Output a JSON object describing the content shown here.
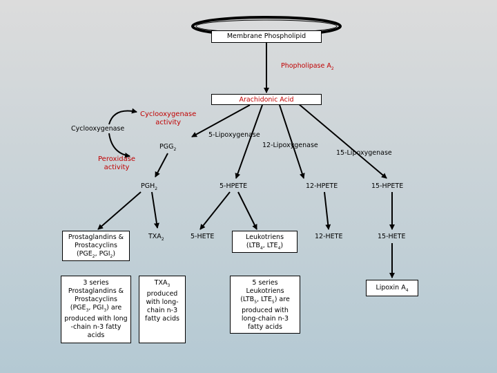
{
  "nodes": {
    "membrane": "Membrane Phospholipid",
    "phospholipase": "Phopholipase A",
    "phospholipase_sub": "2",
    "arachidonic": "Arachidonic Acid",
    "cox_activity_1": "Cyclooxygenase",
    "cox_activity_2": "activity",
    "cyclooxygenase": "Cyclooxygenase",
    "five_lox": "5-Lipoxygenase",
    "pgg": "PGG",
    "pgg_sub": "2",
    "twelve_lox": "12-Lipoxygenase",
    "fifteen_lox": "15-Lipoxygenase",
    "perox_1": "Peroxidase",
    "perox_2": "activity",
    "pgh": "PGH",
    "pgh_sub": "2",
    "five_hpete": "5-HPETE",
    "twelve_hpete": "12-HPETE",
    "fifteen_hpete": "15-HPETE",
    "prost_1": "Prostaglandins &",
    "prost_2": "Prostacyclins",
    "prost_3a": "(PGE",
    "prost_3a_sub": "2",
    "prost_3b": ", PGI",
    "prost_3b_sub": "2",
    "prost_3c": ")",
    "txa": "TXA",
    "txa_sub": "2",
    "five_hete": "5-HETE",
    "leuk_1": "Leukotriens",
    "leuk_2a": "(LTB",
    "leuk_2a_sub": "4",
    "leuk_2b": ", LTE",
    "leuk_2b_sub": "4",
    "leuk_2c": ")",
    "twelve_hete": "12-HETE",
    "fifteen_hete": "15-HETE",
    "s3_1": "3 series",
    "s3_2": "Prostaglandins &",
    "s3_3": "Prostacyclins",
    "s3_4a": "(PGE",
    "s3_4a_sub": "3",
    "s3_4b": ", PGI",
    "s3_4b_sub": "3",
    "s3_4c": ") are",
    "s3_5": "produced with long",
    "s3_6": "-chain n-3 fatty",
    "s3_7": "acids",
    "txa3_1": "TXA",
    "txa3_1_sub": "3",
    "txa3_2": "produced",
    "txa3_3": "with long-",
    "txa3_4": "chain n-3",
    "txa3_5": "fatty acids",
    "s5_1": "5 series",
    "s5_2": "Leukotriens",
    "s5_3a": "(LTB",
    "s5_3a_sub": "5",
    "s5_3b": ", LTE",
    "s5_3b_sub": "5",
    "s5_3c": ") are",
    "s5_4": "produced with",
    "s5_5": "long-chain n-3",
    "s5_6": "fatty acids",
    "lipoxin": "Lipoxin A",
    "lipoxin_sub": "4"
  },
  "colors": {
    "enzyme_text": "#c00000",
    "arrow": "#000000",
    "background_top": "#dcdcdc",
    "background_bottom": "#b4c9d3"
  }
}
